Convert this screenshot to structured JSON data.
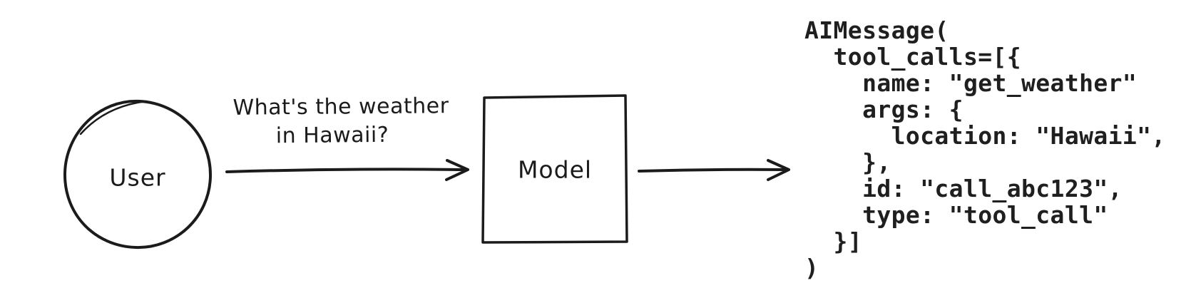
{
  "diagram": {
    "user_node": {
      "label": "User",
      "shape": "circle"
    },
    "request_annotation": {
      "line1": "What's the weather",
      "line2": "in Hawaii?"
    },
    "model_node": {
      "label": "Model",
      "shape": "rectangle"
    },
    "arrows": [
      {
        "name": "user-to-model",
        "direction": "right"
      },
      {
        "name": "model-to-output",
        "direction": "right"
      }
    ],
    "code_output": {
      "language": "python",
      "lines": [
        "AIMessage(",
        "  tool_calls=[{",
        "    name: \"get_weather\"",
        "    args: {",
        "      location: \"Hawaii\",",
        "    },",
        "    id: \"call_abc123\",",
        "    type: \"tool_call\"",
        "  }]",
        ")"
      ]
    },
    "colors": {
      "ink": "#1b1b1b",
      "background": "#ffffff"
    }
  }
}
